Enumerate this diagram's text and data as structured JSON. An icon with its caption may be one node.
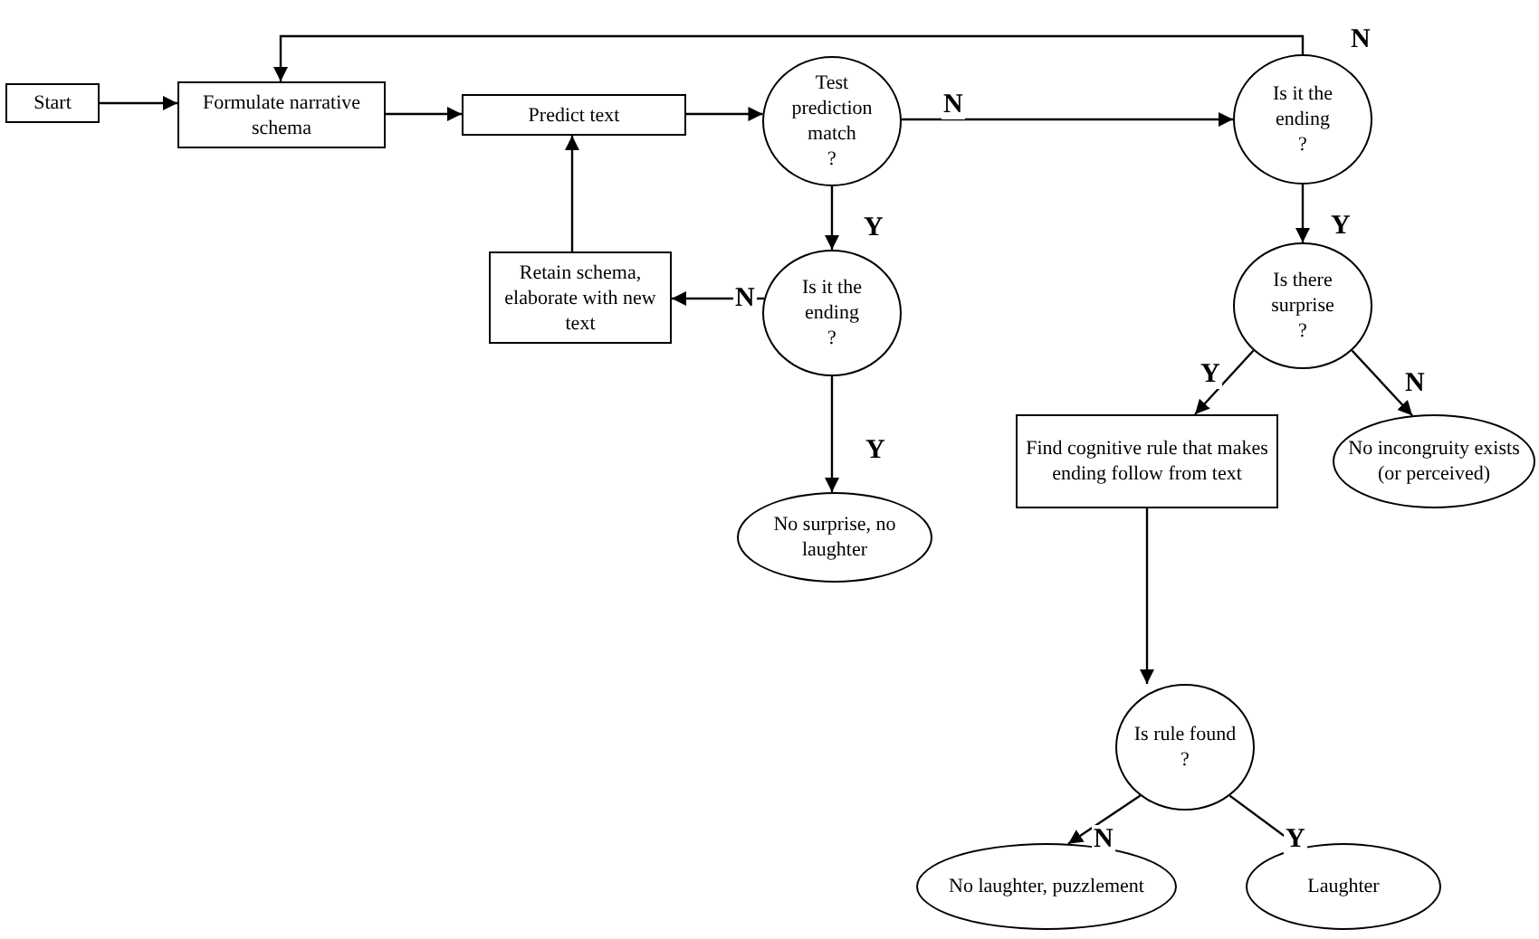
{
  "diagram": {
    "nodes": [
      {
        "text": [
          "Start"
        ]
      },
      {
        "text": [
          "Formulate narrative schema"
        ]
      },
      {
        "text": [
          "Predict text"
        ]
      },
      {
        "text": [
          "Test prediction match",
          "?"
        ]
      },
      {
        "text": [
          "Retain schema, elaborate with new text"
        ]
      },
      {
        "text": [
          "Is it the ending",
          "?"
        ]
      },
      {
        "text": [
          "No surprise, no laughter"
        ]
      },
      {
        "text": [
          "Is it the ending",
          "?"
        ]
      },
      {
        "text": [
          "Is there surprise",
          "?"
        ]
      },
      {
        "text": [
          "Find cognitive rule that makes ending follow from text"
        ]
      },
      {
        "text": [
          "No incongruity exists (or perceived)"
        ]
      },
      {
        "text": [
          "Is rule found",
          "?"
        ]
      },
      {
        "text": [
          "No laughter, puzzlement"
        ]
      },
      {
        "text": [
          "Laughter"
        ]
      }
    ],
    "edges": [
      {
        "from": 0,
        "to": 1,
        "arrow": "to"
      },
      {
        "from": 1,
        "to": 2,
        "arrow": "to"
      },
      {
        "from": 2,
        "to": 3,
        "arrow": "to"
      },
      {
        "from": 3,
        "to": 7,
        "arrow": "to",
        "label": "N"
      },
      {
        "from": 3,
        "to": 5,
        "arrow": "to",
        "label": "Y"
      },
      {
        "from": 5,
        "to": 4,
        "arrow": "to",
        "label": "N"
      },
      {
        "from": 5,
        "to": 6,
        "arrow": "to",
        "label": "Y"
      },
      {
        "from": 4,
        "to": 2,
        "arrow": "to"
      },
      {
        "from": 7,
        "to": 1,
        "arrow": "to",
        "label": "N"
      },
      {
        "from": 7,
        "to": 8,
        "arrow": "to",
        "label": "Y"
      },
      {
        "from": 8,
        "to": 9,
        "arrow": "to",
        "label": "Y"
      },
      {
        "from": 8,
        "to": 10,
        "arrow": "to",
        "label": "N"
      },
      {
        "from": 9,
        "to": 11,
        "arrow": "to"
      },
      {
        "from": 11,
        "to": 12,
        "arrow": "to",
        "label": "N"
      },
      {
        "from": 11,
        "to": 13,
        "arrow": "to",
        "label": "Y"
      }
    ]
  }
}
